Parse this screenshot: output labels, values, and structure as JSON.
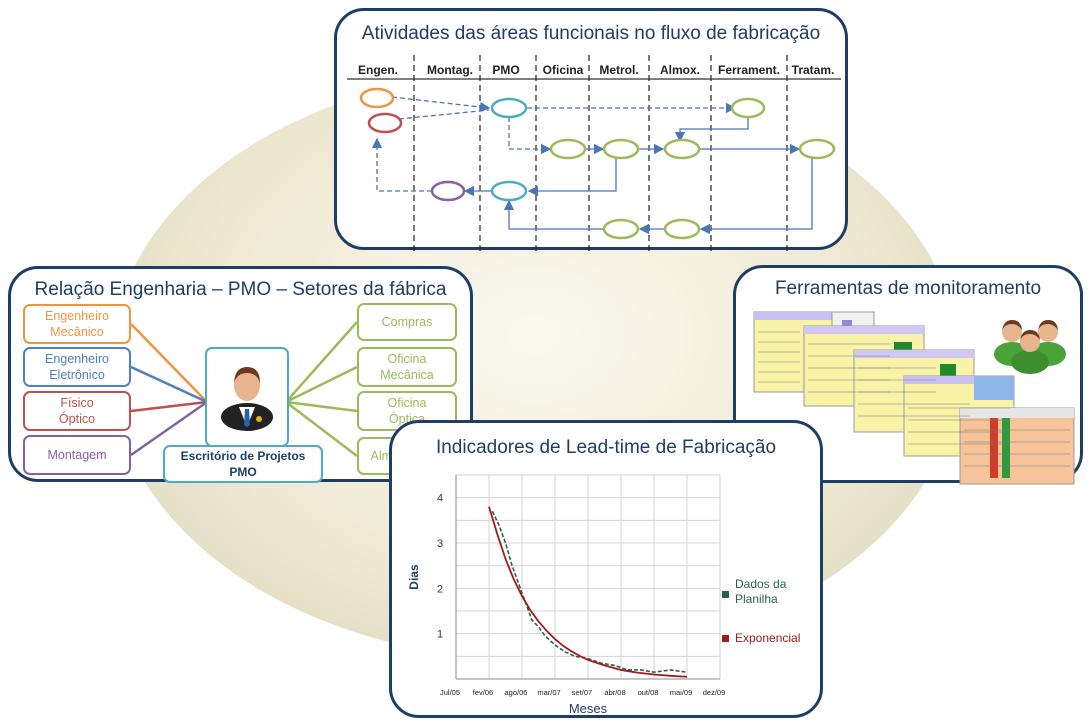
{
  "activities": {
    "title": "Atividades das áreas funcionais no fluxo de fabricação",
    "lanes": [
      "Engen.",
      "Montag.",
      "PMO",
      "Oficina",
      "Metrol.",
      "Almox.",
      "Ferrament.",
      "Tratam."
    ]
  },
  "relation": {
    "title": "Relação Engenharia – PMO –  Setores da fábrica",
    "left": [
      {
        "label": "Engenheiro Mecânico",
        "color": "#f0953f"
      },
      {
        "label": "Engenheiro Eletrônico",
        "color": "#4f7fc0"
      },
      {
        "label": "Físico Óptico",
        "color": "#c0504d"
      },
      {
        "label": "Montagem",
        "color": "#8064a2"
      }
    ],
    "right": [
      {
        "label": "Compras"
      },
      {
        "label": "Oficina Mecânica"
      },
      {
        "label": "Oficina Óptica"
      },
      {
        "label": "Almoxarifado"
      }
    ],
    "center_label": "Escritório de Projetos PMO",
    "icon": "businessman-icon"
  },
  "monitor": {
    "title": "Ferramentas de monitoramento",
    "icons": [
      "spreadsheet-icon",
      "user-group-icon",
      "businessman-icon"
    ]
  },
  "indicators": {
    "title": "Indicadores de Lead-time de Fabricação",
    "chart_data": {
      "type": "line",
      "xlabel": "Meses",
      "ylabel": "Dias",
      "x_ticks": [
        "Jul/05",
        "fev/06",
        "ago/06",
        "mar/07",
        "set/07",
        "abr/08",
        "out/08",
        "mai/09",
        "dez/09"
      ],
      "y_ticks": [
        "1",
        "2",
        "3",
        "4"
      ],
      "ylim": [
        0,
        4.5
      ],
      "grid": true,
      "legend_position": "right",
      "series": [
        {
          "name": "Dados da Planilha",
          "color": "#2d5f4f",
          "x": [
            1.1,
            1.3,
            1.5,
            1.7,
            1.9,
            2.1,
            2.3,
            2.5,
            2.7,
            3.0,
            3.3,
            3.6,
            4.0,
            4.4,
            4.8,
            5.2,
            5.6,
            6.0,
            6.5,
            7.0
          ],
          "y": [
            3.7,
            3.4,
            3.0,
            2.5,
            2.1,
            1.7,
            1.3,
            1.15,
            0.95,
            0.75,
            0.6,
            0.5,
            0.45,
            0.35,
            0.3,
            0.2,
            0.2,
            0.15,
            0.2,
            0.15
          ]
        },
        {
          "name": "Exponencial",
          "color": "#a01c1c",
          "x": [
            1.0,
            1.25,
            1.5,
            1.75,
            2.0,
            2.25,
            2.5,
            2.75,
            3.0,
            3.25,
            3.5,
            3.75,
            4.0,
            4.5,
            5.0,
            5.5,
            6.0,
            6.5,
            7.0
          ],
          "y": [
            3.8,
            3.2,
            2.65,
            2.2,
            1.83,
            1.52,
            1.27,
            1.06,
            0.88,
            0.73,
            0.61,
            0.51,
            0.42,
            0.3,
            0.2,
            0.14,
            0.1,
            0.07,
            0.05
          ]
        }
      ]
    }
  }
}
